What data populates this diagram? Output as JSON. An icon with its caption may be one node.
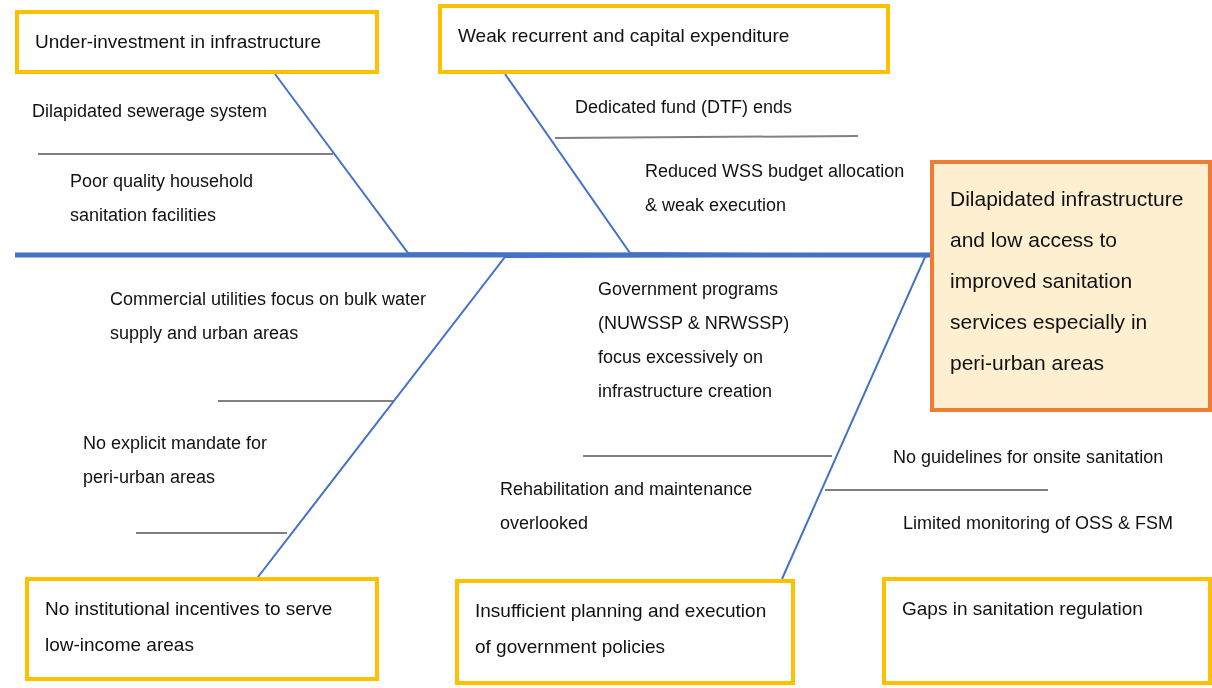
{
  "diagram": {
    "nodes": [
      {
        "text": [
          "Under-investment in infrastructure"
        ]
      },
      {
        "text": [
          "Weak recurrent and capital expenditure"
        ]
      },
      {
        "text": [
          "Dilapidated infrastructure and low access to improved sanitation services especially in peri-urban areas"
        ]
      },
      {
        "text": [
          "No institutional incentives to serve low-income areas"
        ]
      },
      {
        "text": [
          "Insufficient planning and execution of government policies"
        ]
      },
      {
        "text": [
          "Gaps in sanitation regulation"
        ]
      }
    ],
    "edges": [
      {
        "from": 0,
        "to": 2,
        "arrow": "none"
      },
      {
        "from": 1,
        "to": 2,
        "arrow": "none"
      },
      {
        "from": 3,
        "to": 2,
        "arrow": "none"
      },
      {
        "from": 4,
        "to": 2,
        "arrow": "none"
      }
    ],
    "labels": [
      "Dilapidated sewerage system",
      "Dedicated fund (DTF) ends",
      "Poor quality household sanitation facilities",
      "Reduced WSS budget allocation & weak execution",
      "Commercial utilities focus on bulk water supply and urban areas",
      "Government programs (NUWSSP & NRWSSP) focus excessively on infrastructure creation",
      "No explicit mandate for peri-urban areas",
      "No guidelines for onsite sanitation",
      "Rehabilitation and maintenance overlooked",
      "Limited monitoring of OSS & FSM"
    ]
  }
}
